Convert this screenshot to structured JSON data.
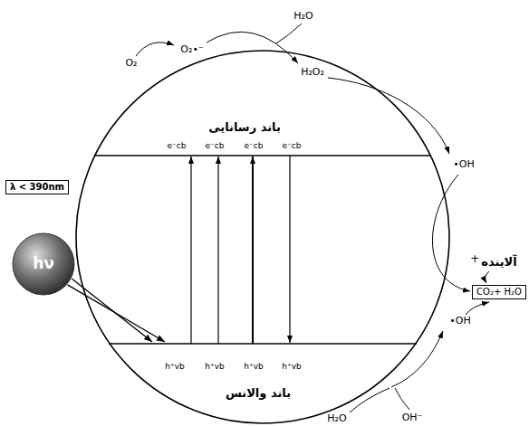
{
  "diagram": {
    "nodes": [
      {
        "text": [
          "باند رسانایی",
          "باند والانس"
        ]
      },
      {
        "text": [
          "λ < 390nm"
        ]
      },
      {
        "text": [
          "hν"
        ]
      },
      {
        "text": [
          "CO₂+ H₂O"
        ]
      }
    ],
    "edges": [
      {
        "from": 2,
        "to": 0,
        "arrow": "to"
      },
      {
        "from": 2,
        "to": 0,
        "arrow": "to"
      }
    ],
    "labels": [
      "O₂",
      "O₂•⁻",
      "H₂O",
      "H₂O₂",
      "•OH",
      "آلاینده",
      "+",
      "•OH",
      "OH⁻",
      "H₂O",
      "e⁻cb",
      "e⁻cb",
      "e⁻cb",
      "e⁻cb",
      "h⁺vb",
      "h⁺vb",
      "h⁺vb",
      "h⁺vb"
    ]
  }
}
